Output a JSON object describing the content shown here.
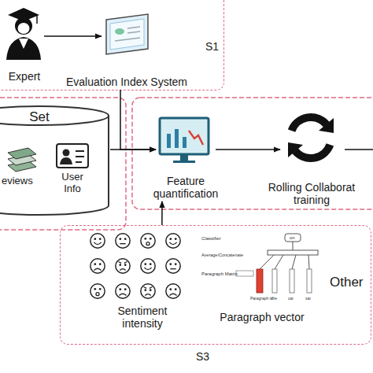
{
  "diagram": {
    "nodes": [
      {
        "text": [
          "S1"
        ]
      },
      {
        "text": [
          "Expert"
        ],
        "in": 0
      },
      {
        "text": [
          "Evaluation Index System"
        ],
        "in": 0
      },
      {
        "text": [
          "Set"
        ]
      },
      {
        "text": [
          "eviews"
        ],
        "in": 3
      },
      {
        "text": [
          "User Info"
        ],
        "in": 3
      },
      {
        "text": [
          "Feature quantification"
        ]
      },
      {
        "text": [
          "Rolling Collaborat training"
        ]
      },
      {
        "text": [
          "S3"
        ]
      },
      {
        "text": [
          "Sentiment intensity"
        ],
        "in": 8
      },
      {
        "text": [
          "Paragraph vector"
        ],
        "in": 8
      },
      {
        "text": [
          "Other"
        ],
        "in": 8
      }
    ],
    "edges": [
      {
        "from": 1,
        "to": 2,
        "arrow": "to"
      },
      {
        "from": 2,
        "to": 6,
        "arrow": "to"
      },
      {
        "from": 3,
        "to": 6,
        "arrow": "to"
      },
      {
        "from": 6,
        "to": 7,
        "arrow": "to"
      },
      {
        "from": 8,
        "to": 6,
        "arrow": "to"
      }
    ],
    "labels": [
      "Classifier",
      "Average/Concatenate",
      "Paragraph Matrix",
      "on",
      "Paragraph id",
      "the",
      "cat",
      "sat"
    ]
  }
}
